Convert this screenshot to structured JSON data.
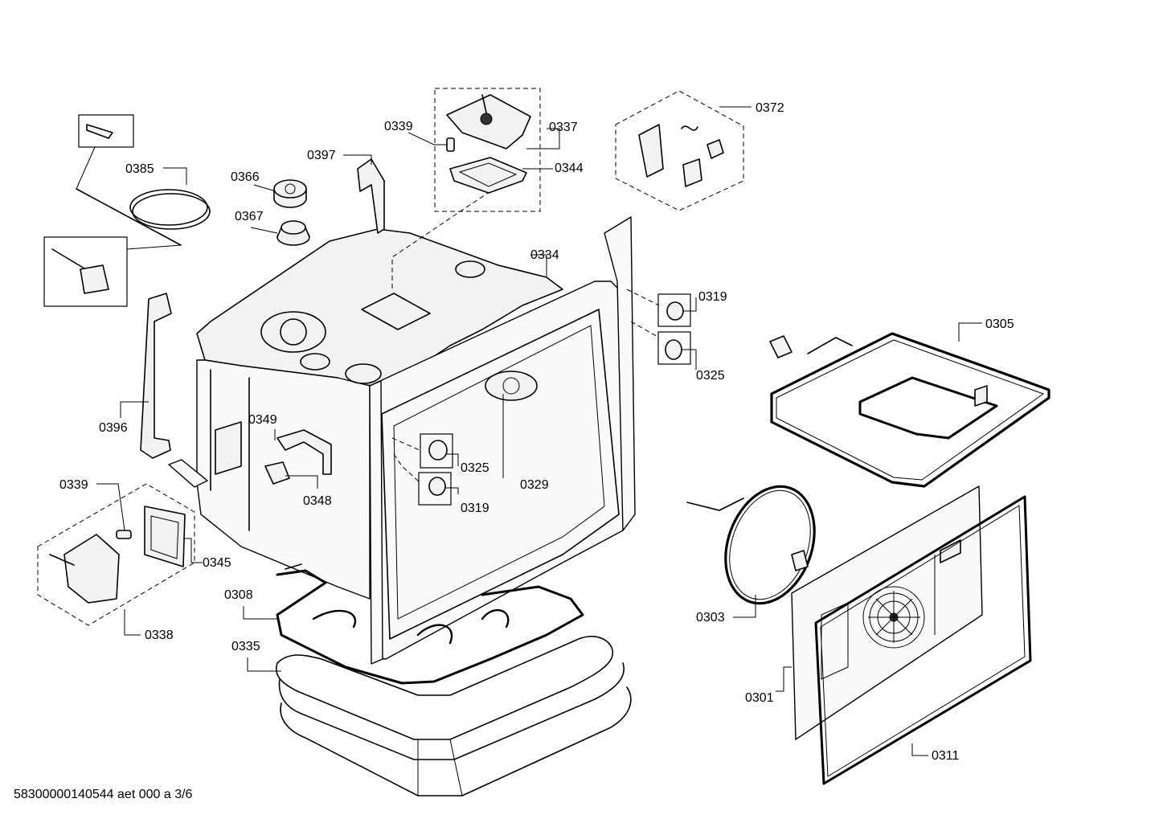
{
  "footer_code": "58300000140544 aet 000 a 3/6",
  "callouts": [
    {
      "id": "c0385",
      "text": "0385"
    },
    {
      "id": "c0366",
      "text": "0366"
    },
    {
      "id": "c0367",
      "text": "0367"
    },
    {
      "id": "c0397",
      "text": "0397"
    },
    {
      "id": "c0339a",
      "text": "0339"
    },
    {
      "id": "c0337",
      "text": "0337"
    },
    {
      "id": "c0344",
      "text": "0344"
    },
    {
      "id": "c0372",
      "text": "0372"
    },
    {
      "id": "c0334",
      "text": "0334"
    },
    {
      "id": "c0319a",
      "text": "0319"
    },
    {
      "id": "c0325a",
      "text": "0325"
    },
    {
      "id": "c0305",
      "text": "0305"
    },
    {
      "id": "c0396",
      "text": "0396"
    },
    {
      "id": "c0349",
      "text": "0349"
    },
    {
      "id": "c0348",
      "text": "0348"
    },
    {
      "id": "c0325b",
      "text": "0325"
    },
    {
      "id": "c0319b",
      "text": "0319"
    },
    {
      "id": "c0329",
      "text": "0329"
    },
    {
      "id": "c0339b",
      "text": "0339"
    },
    {
      "id": "c0345",
      "text": "0345"
    },
    {
      "id": "c0338",
      "text": "0338"
    },
    {
      "id": "c0308",
      "text": "0308"
    },
    {
      "id": "c0335",
      "text": "0335"
    },
    {
      "id": "c0303",
      "text": "0303"
    },
    {
      "id": "c0301",
      "text": "0301"
    },
    {
      "id": "c0311",
      "text": "0311"
    }
  ]
}
